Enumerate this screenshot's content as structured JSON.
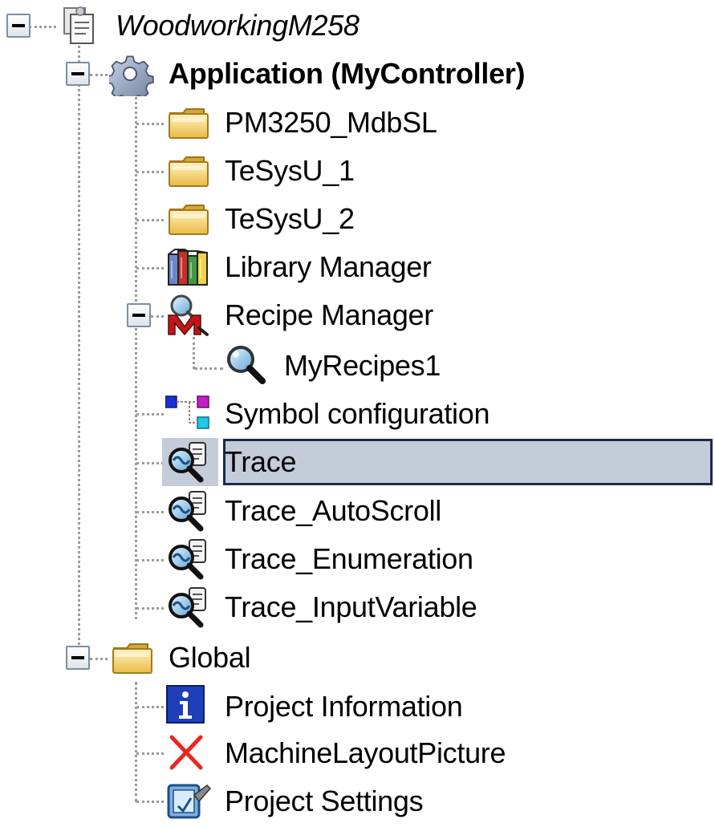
{
  "tree": {
    "root": {
      "label": "WoodworkingM258",
      "icon": "project-icon"
    },
    "application": {
      "label": "Application (MyController)",
      "icon": "gear-icon"
    },
    "pm3250": {
      "label": "PM3250_MdbSL",
      "icon": "folder-icon"
    },
    "tesysu1": {
      "label": "TeSysU_1",
      "icon": "folder-icon"
    },
    "tesysu2": {
      "label": "TeSysU_2",
      "icon": "folder-icon"
    },
    "library_manager": {
      "label": "Library Manager",
      "icon": "books-icon"
    },
    "recipe_manager": {
      "label": "Recipe Manager",
      "icon": "recipe-manager-icon"
    },
    "myrecipes1": {
      "label": "MyRecipes1",
      "icon": "magnifier-icon"
    },
    "symbol_configuration": {
      "label": "Symbol configuration",
      "icon": "symbol-config-icon"
    },
    "trace": {
      "label": "Trace",
      "icon": "trace-icon",
      "selected": true
    },
    "trace_autoscroll": {
      "label": "Trace_AutoScroll",
      "icon": "trace-icon"
    },
    "trace_enumeration": {
      "label": "Trace_Enumeration",
      "icon": "trace-icon"
    },
    "trace_inputvariable": {
      "label": "Trace_InputVariable",
      "icon": "trace-icon"
    },
    "global": {
      "label": "Global",
      "icon": "folder-icon"
    },
    "project_information": {
      "label": "Project Information",
      "icon": "info-icon"
    },
    "machine_layout_picture": {
      "label": "MachineLayoutPicture",
      "icon": "red-x-icon"
    },
    "project_settings": {
      "label": "Project Settings",
      "icon": "project-settings-icon"
    }
  },
  "colors": {
    "selection_bg": "#c4cbd9",
    "selection_border": "#1c2a4a",
    "connector": "#9a9a9a",
    "folder": "#f2cf6a",
    "info_blue": "#1f3fb8",
    "error_red": "#e8281e"
  }
}
